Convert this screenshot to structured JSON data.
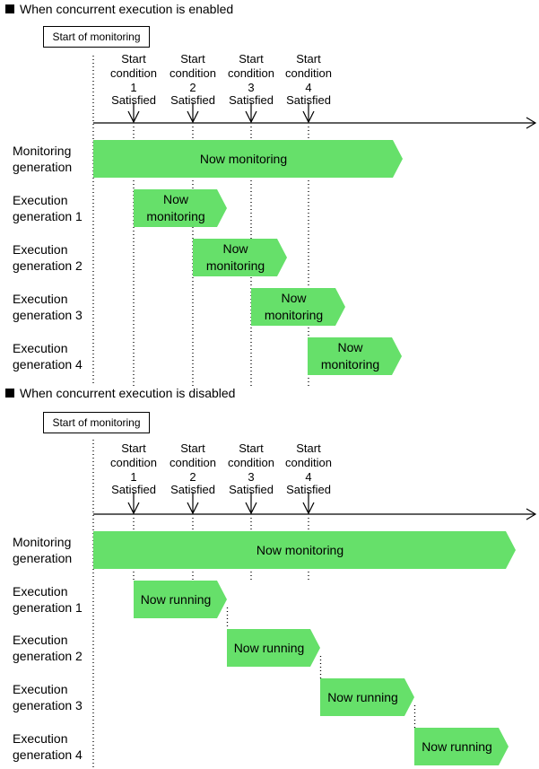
{
  "sections": [
    {
      "heading": "When concurrent execution is enabled",
      "start_box": "Start of monitoring",
      "conditions": [
        [
          "Start",
          "condition",
          "1",
          "Satisfied"
        ],
        [
          "Start",
          "condition",
          "2",
          "Satisfied"
        ],
        [
          "Start",
          "condition",
          "3",
          "Satisfied"
        ],
        [
          "Start",
          "condition",
          "4",
          "Satisfied"
        ]
      ],
      "rows": [
        {
          "label": [
            "Monitoring",
            "generation"
          ],
          "bar": [
            "Now monitoring"
          ]
        },
        {
          "label": [
            "Execution",
            "generation 1"
          ],
          "bar": [
            "Now",
            "monitoring"
          ]
        },
        {
          "label": [
            "Execution",
            "generation 2"
          ],
          "bar": [
            "Now",
            "monitoring"
          ]
        },
        {
          "label": [
            "Execution",
            "generation 3"
          ],
          "bar": [
            "Now",
            "monitoring"
          ]
        },
        {
          "label": [
            "Execution",
            "generation 4"
          ],
          "bar": [
            "Now",
            "monitoring"
          ]
        }
      ]
    },
    {
      "heading": "When concurrent execution is disabled",
      "start_box": "Start of monitoring",
      "conditions": [
        [
          "Start",
          "condition",
          "1",
          "Satisfied"
        ],
        [
          "Start",
          "condition",
          "2",
          "Satisfied"
        ],
        [
          "Start",
          "condition",
          "3",
          "Satisfied"
        ],
        [
          "Start",
          "condition",
          "4",
          "Satisfied"
        ]
      ],
      "rows": [
        {
          "label": [
            "Monitoring",
            "generation"
          ],
          "bar": [
            "Now monitoring"
          ]
        },
        {
          "label": [
            "Execution",
            "generation 1"
          ],
          "bar": [
            "Now running"
          ]
        },
        {
          "label": [
            "Execution",
            "generation 2"
          ],
          "bar": [
            "Now running"
          ]
        },
        {
          "label": [
            "Execution",
            "generation 3"
          ],
          "bar": [
            "Now running"
          ]
        },
        {
          "label": [
            "Execution",
            "generation 4"
          ],
          "bar": [
            "Now running"
          ]
        }
      ]
    }
  ],
  "colors": {
    "bar_fill": "#66e06a",
    "line": "#000000",
    "bullet": "#000000"
  }
}
